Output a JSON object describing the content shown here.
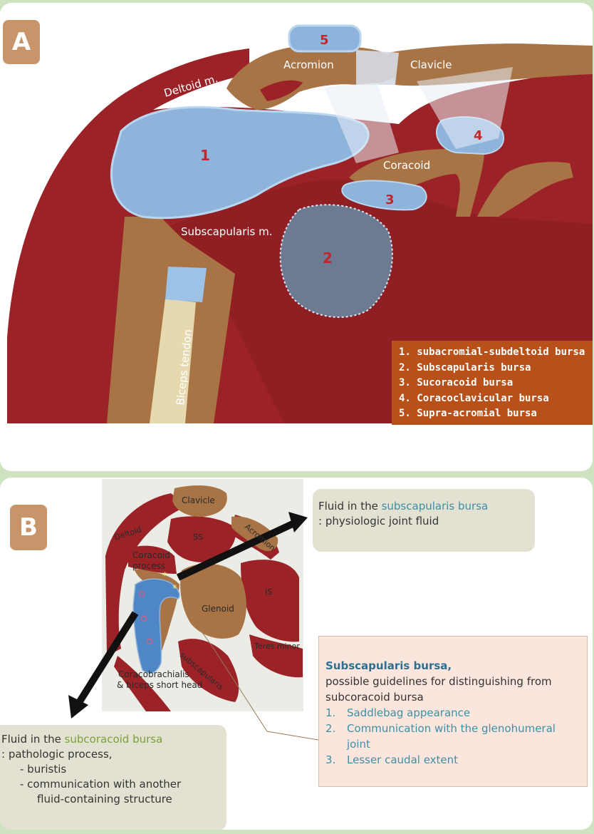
{
  "panel_a": {
    "letter": "A",
    "labels": {
      "acromion": "Acromion",
      "clavicle": "Clavicle",
      "deltoid": "Deltoid m.",
      "coracoid": "Coracoid",
      "subscapularis": "Subscapularis m.",
      "biceps": "Biceps tendon"
    },
    "bursa_numbers": [
      "1",
      "2",
      "3",
      "4",
      "5"
    ],
    "legend": [
      "1. subacromial-subdeltoid bursa",
      "2. Subscapularis bursa",
      "3. Sucoracoid bursa",
      "4. Coracoclavicular bursa",
      "5. Supra-acromial bursa"
    ]
  },
  "panel_b": {
    "letter": "B",
    "labels": {
      "clavicle": "Clavicle",
      "deltoid": "Deltoid",
      "acromion": "Acromion",
      "ss": "SS",
      "coracoid_1": "Coracoid",
      "coracoid_2": "process",
      "is": "IS",
      "glenoid": "Glenoid",
      "teres_minor": "Teres minor",
      "subscapularis": "subscapularis",
      "coracobrachialis_1": "Coracobrachialis",
      "coracobrachialis_2": "& biceps short head"
    },
    "callout_subscapularis": {
      "prefix": "Fluid in the ",
      "highlight": "subscapularis bursa",
      "line2": ": physiologic joint fluid"
    },
    "callout_subcoracoid": {
      "prefix": "Fluid in the ",
      "highlight": "subcoracoid bursa",
      "line2": ": pathologic process,",
      "line3": "- buristis",
      "line4": "- communication with another",
      "line5": "fluid-containing structure"
    },
    "guidelines": {
      "title": "Subscapularis bursa,",
      "subtitle_1": "possible guidelines for distinguishing from",
      "subtitle_2": "subcoracoid bursa",
      "items": [
        {
          "num": "1.",
          "text": "Saddlebag appearance"
        },
        {
          "num": "2.",
          "text": "Communication with the glenohumeral",
          "text2": "joint"
        },
        {
          "num": "3.",
          "text": "Lesser caudal extent"
        }
      ]
    }
  },
  "colors": {
    "muscle": "#9b2226",
    "bone": "#a87446",
    "bursa": "#8fb4dc",
    "legend_bg": "#b8501a",
    "highlight_blue": "#3e8fa3",
    "highlight_green": "#7aa03a"
  }
}
